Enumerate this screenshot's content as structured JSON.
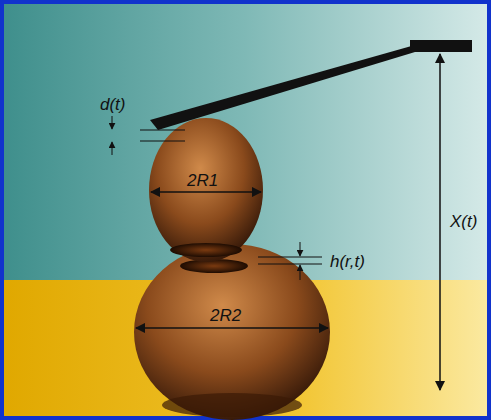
{
  "diagram": {
    "labels": [
      "d(t)",
      "2R1",
      "h(r,t)",
      "X(t)",
      "2R2"
    ]
  }
}
